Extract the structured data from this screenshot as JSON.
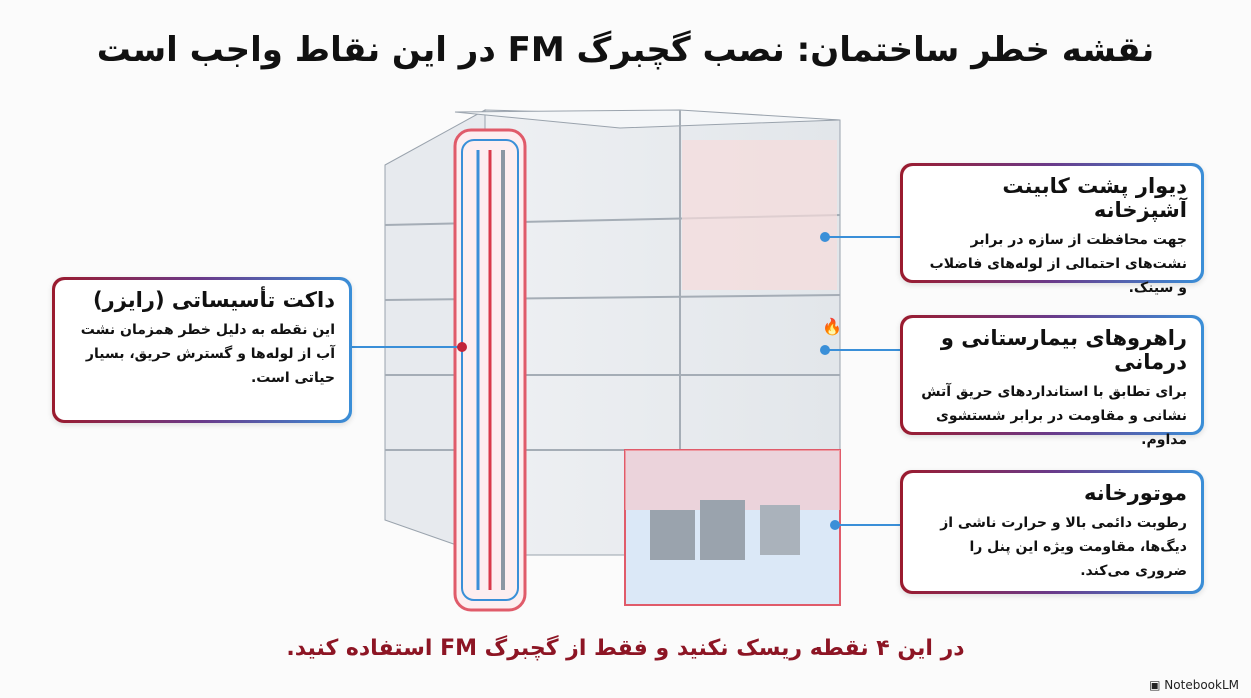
{
  "title": "نقشه خطر ساختمان: نصب گچبرگ FM در این نقاط واجب است",
  "callouts": {
    "kitchen": {
      "heading": "دیوار پشت کابینت آشپزخانه",
      "body": "جهت محافظت از سازه در برابر نشت‌های احتمالی از لوله‌های فاضلاب و سینک."
    },
    "hospital": {
      "heading": "راهروهای بیمارستانی و درمانی",
      "body": "برای تطابق با استانداردهای حریق آتش نشانی و مقاومت در برابر شستشوی مداوم."
    },
    "engine_room": {
      "heading": "موتورخانه",
      "body": "رطوبت دائمی بالا و حرارت ناشی از دیگ‌ها، مقاومت ویژه این پنل را ضروری می‌کند."
    },
    "riser": {
      "heading": "داکت تأسیساتی (رایزر)",
      "body": "این نقطه به دلیل خطر همزمان نشت آب از لوله‌ها و گسترش حریق، بسیار حیاتی است."
    }
  },
  "footer": "در این ۴ نقطه ریسک نکنید و فقط از گچبرگ FM استفاده کنید.",
  "brand": "NotebookLM",
  "colors": {
    "red": "#9b1b2e",
    "blue": "#3a8fd8",
    "footer": "#8d1524"
  }
}
